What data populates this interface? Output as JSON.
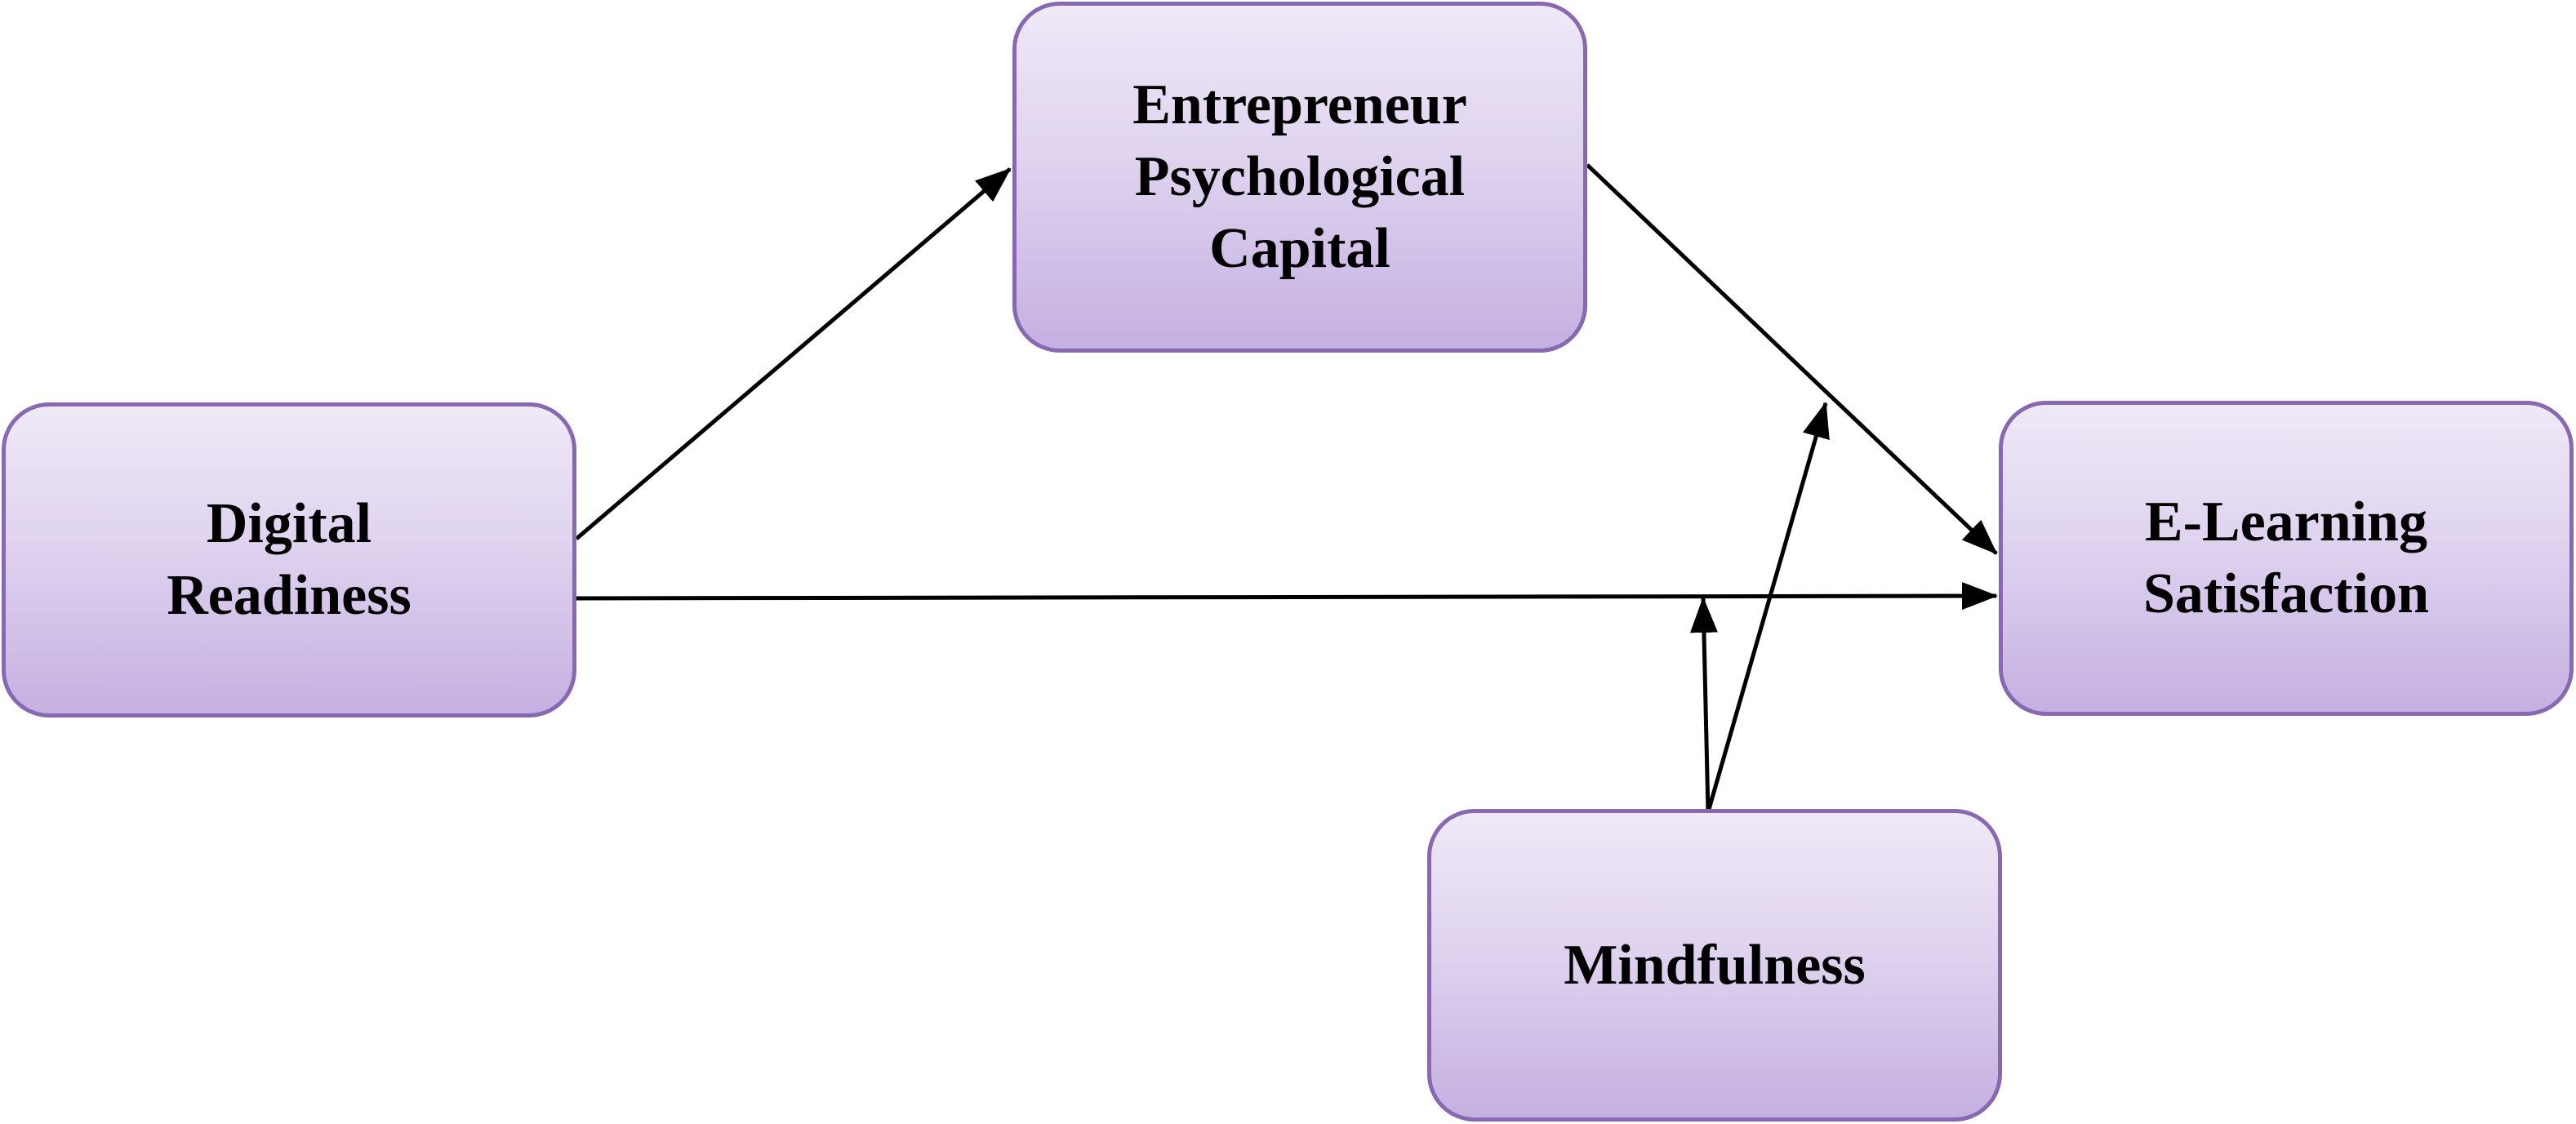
{
  "nodes": {
    "digital_readiness": {
      "label": "Digital\nReadiness"
    },
    "entrepreneur_psychological_capital": {
      "label": "Entrepreneur\nPsychological\nCapital"
    },
    "elearning_satisfaction": {
      "label": "E-Learning\nSatisfaction"
    },
    "mindfulness": {
      "label": "Mindfulness"
    }
  },
  "edges": [
    {
      "from": "Digital Readiness",
      "to": "Entrepreneur Psychological Capital"
    },
    {
      "from": "Digital Readiness",
      "to": "E-Learning Satisfaction"
    },
    {
      "from": "Entrepreneur Psychological Capital",
      "to": "E-Learning Satisfaction"
    },
    {
      "from": "Mindfulness",
      "to": "Digital Readiness → E-Learning Satisfaction path"
    },
    {
      "from": "Mindfulness",
      "to": "Entrepreneur Psychological Capital → E-Learning Satisfaction path"
    }
  ],
  "colors": {
    "box_border": "#8868b0",
    "box_fill_top": "#efe9f7",
    "box_fill_bottom": "#c4b0e1",
    "line": "#000000"
  }
}
